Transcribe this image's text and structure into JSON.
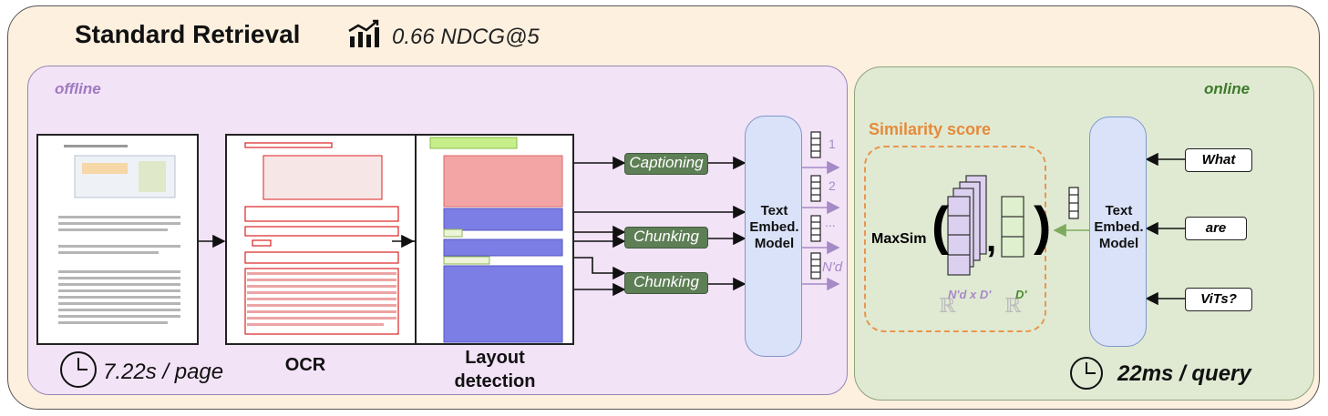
{
  "header": {
    "title": "Standard Retrieval",
    "metric": "0.66 NDCG@5"
  },
  "offline": {
    "label": "offline",
    "steps": {
      "ocr": "OCR",
      "layout": "Layout detection",
      "captioning": "Captioning",
      "chunking_1": "Chunking",
      "chunking_2": "Chunking"
    },
    "model": "Text Embed. Model",
    "outputs": [
      "1",
      "2",
      "...",
      "N'd"
    ],
    "time": "7.22s / page"
  },
  "online": {
    "label": "online",
    "similarity_title": "Similarity score",
    "maxsim": "MaxSim",
    "doc_space": "N'd x D'",
    "query_space": "D'",
    "model": "Text Embed. Model",
    "queries": [
      "What",
      "are",
      "ViTs?"
    ],
    "time": "22ms / query"
  },
  "colors": {
    "outer_bg": "#fdf0df",
    "offline_bg": "#f3e3f7",
    "online_bg": "#e0ead3",
    "step_bg": "#5e7f56",
    "model_bg": "#d9e2f8",
    "similarity_accent": "#e68a3a",
    "offline_text": "#9f7ac0",
    "online_text": "#3e7a2a"
  }
}
